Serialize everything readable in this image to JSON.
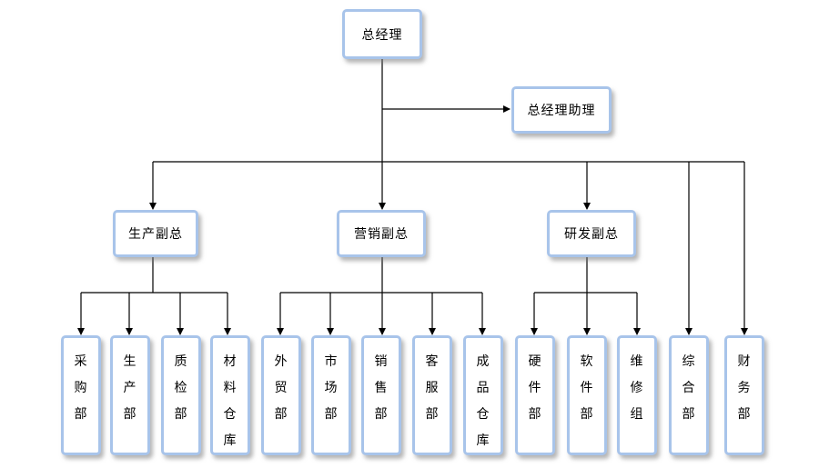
{
  "org": {
    "ceo": "总经理",
    "assistant": "总经理助理",
    "vp_production": "生产副总",
    "vp_marketing": "营销副总",
    "vp_rnd": "研发副总",
    "dept_purchasing": "采购部",
    "dept_production": "生产部",
    "dept_quality": "质检部",
    "dept_material_warehouse": "材料仓库",
    "dept_foreign_trade": "外贸部",
    "dept_market": "市场部",
    "dept_sales": "销售部",
    "dept_customer_service": "客服部",
    "dept_finished_goods_warehouse": "成品仓库",
    "dept_hardware": "硬件部",
    "dept_software": "软件部",
    "dept_maintenance": "维修组",
    "dept_general_affairs": "综合部",
    "dept_finance": "财务部"
  },
  "colors": {
    "box_border": "#a8c4ea",
    "connector": "#000000"
  }
}
